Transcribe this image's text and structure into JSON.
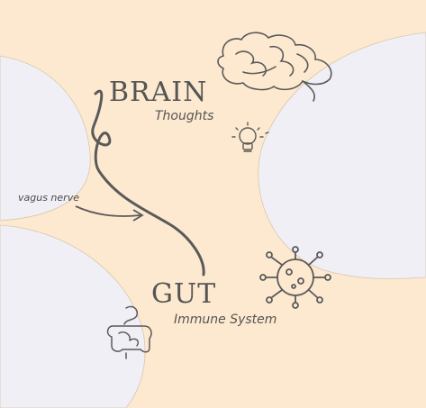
{
  "labels": {
    "brain": "BRAIN",
    "thoughts": "Thoughts",
    "vagus": "vagus nerve",
    "gut": "GUT",
    "immune": "Immune System"
  },
  "icons": [
    "brain-icon",
    "lightbulb-icon",
    "virus-icon",
    "intestine-icon"
  ],
  "colors": {
    "background": "#fde9cf",
    "side_shapes": "#f0eff5",
    "ink": "#5a5a5a"
  }
}
